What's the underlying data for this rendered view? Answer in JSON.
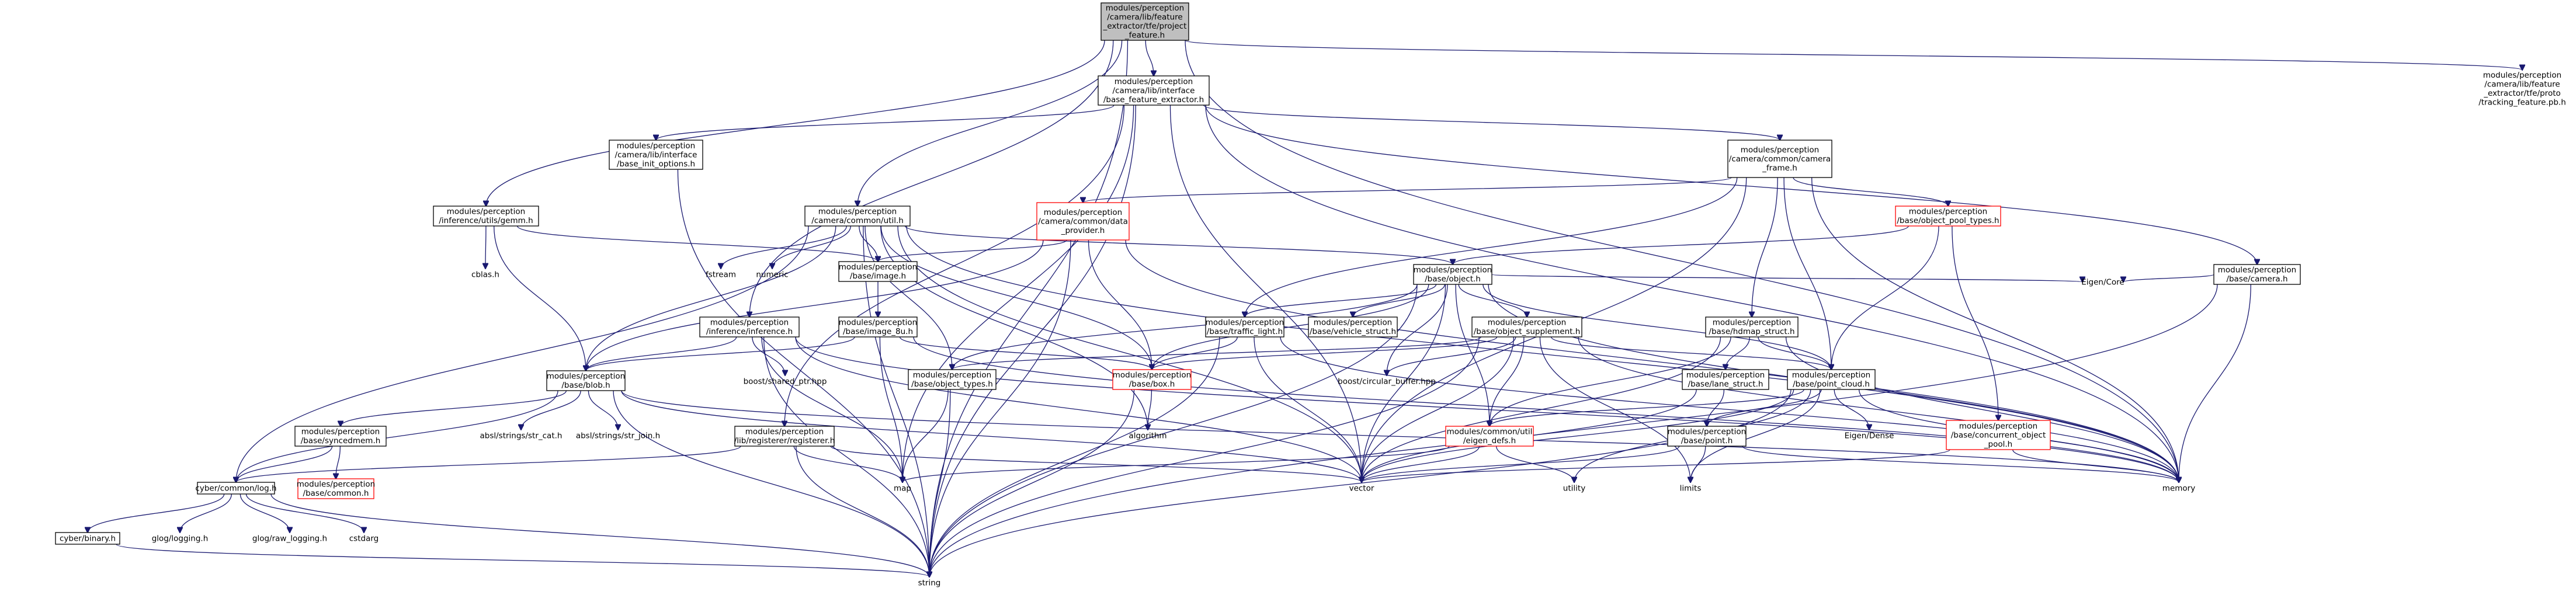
{
  "nodes": [
    {
      "id": "root",
      "lines": [
        "modules/perception",
        "/camera/lib/feature",
        "_extractor/tfe/project",
        "_feature.h"
      ],
      "style": "focus"
    },
    {
      "id": "bfe",
      "lines": [
        "modules/perception",
        "/camera/lib/interface",
        "/base_feature_extractor.h"
      ],
      "style": "box"
    },
    {
      "id": "tracking_pb",
      "lines": [
        "modules/perception",
        "/camera/lib/feature",
        "_extractor/tfe/proto",
        "/tracking_feature.pb.h"
      ],
      "style": "plain"
    },
    {
      "id": "init_opts",
      "lines": [
        "modules/perception",
        "/camera/lib/interface",
        "/base_init_options.h"
      ],
      "style": "box"
    },
    {
      "id": "camera_frame",
      "lines": [
        "modules/perception",
        "/camera/common/camera",
        "_frame.h"
      ],
      "style": "box"
    },
    {
      "id": "gemm",
      "lines": [
        "modules/perception",
        "/inference/utils/gemm.h"
      ],
      "style": "box"
    },
    {
      "id": "cam_util",
      "lines": [
        "modules/perception",
        "/camera/common/util.h"
      ],
      "style": "box"
    },
    {
      "id": "data_provider",
      "lines": [
        "modules/perception",
        "/camera/common/data",
        "_provider.h"
      ],
      "style": "red"
    },
    {
      "id": "obj_pool_types",
      "lines": [
        "modules/perception",
        "/base/object_pool_types.h"
      ],
      "style": "red"
    },
    {
      "id": "base_camera",
      "lines": [
        "modules/perception",
        "/base/camera.h"
      ],
      "style": "box"
    },
    {
      "id": "cblas",
      "lines": [
        "cblas.h"
      ],
      "style": "plain"
    },
    {
      "id": "fstream",
      "lines": [
        "fstream"
      ],
      "style": "plain"
    },
    {
      "id": "numeric",
      "lines": [
        "numeric"
      ],
      "style": "plain"
    },
    {
      "id": "image_h",
      "lines": [
        "modules/perception",
        "/base/image.h"
      ],
      "style": "box"
    },
    {
      "id": "object_h",
      "lines": [
        "modules/perception",
        "/base/object.h"
      ],
      "style": "box"
    },
    {
      "id": "eigen_core",
      "lines": [
        "Eigen/Core"
      ],
      "style": "plain"
    },
    {
      "id": "inference",
      "lines": [
        "modules/perception",
        "/inference/inference.h"
      ],
      "style": "box"
    },
    {
      "id": "image_8u",
      "lines": [
        "modules/perception",
        "/base/image_8u.h"
      ],
      "style": "box"
    },
    {
      "id": "traffic_light",
      "lines": [
        "modules/perception",
        "/base/traffic_light.h"
      ],
      "style": "box"
    },
    {
      "id": "vehicle_struct",
      "lines": [
        "modules/perception",
        "/base/vehicle_struct.h"
      ],
      "style": "box"
    },
    {
      "id": "obj_supplement",
      "lines": [
        "modules/perception",
        "/base/object_supplement.h"
      ],
      "style": "box"
    },
    {
      "id": "hdmap_struct",
      "lines": [
        "modules/perception",
        "/base/hdmap_struct.h"
      ],
      "style": "box"
    },
    {
      "id": "blob",
      "lines": [
        "modules/perception",
        "/base/blob.h"
      ],
      "style": "box"
    },
    {
      "id": "shared_ptr",
      "lines": [
        "boost/shared_ptr.hpp"
      ],
      "style": "plain"
    },
    {
      "id": "object_types",
      "lines": [
        "modules/perception",
        "/base/object_types.h"
      ],
      "style": "box"
    },
    {
      "id": "box_h",
      "lines": [
        "modules/perception",
        "/base/box.h"
      ],
      "style": "red"
    },
    {
      "id": "circular_buffer",
      "lines": [
        "boost/circular_buffer.hpp"
      ],
      "style": "plain"
    },
    {
      "id": "lane_struct",
      "lines": [
        "modules/perception",
        "/base/lane_struct.h"
      ],
      "style": "box"
    },
    {
      "id": "point_cloud",
      "lines": [
        "modules/perception",
        "/base/point_cloud.h"
      ],
      "style": "box"
    },
    {
      "id": "str_cat",
      "lines": [
        "absl/strings/str_cat.h"
      ],
      "style": "plain"
    },
    {
      "id": "str_join",
      "lines": [
        "absl/strings/str_join.h"
      ],
      "style": "plain"
    },
    {
      "id": "syncedmem",
      "lines": [
        "modules/perception",
        "/base/syncedmem.h"
      ],
      "style": "box"
    },
    {
      "id": "registerer",
      "lines": [
        "modules/perception",
        "/lib/registerer/registerer.h"
      ],
      "style": "box"
    },
    {
      "id": "algorithm",
      "lines": [
        "algorithm"
      ],
      "style": "plain"
    },
    {
      "id": "eigen_defs",
      "lines": [
        "modules/common/util",
        "/eigen_defs.h"
      ],
      "style": "red"
    },
    {
      "id": "point_h",
      "lines": [
        "modules/perception",
        "/base/point.h"
      ],
      "style": "box"
    },
    {
      "id": "eigen_dense",
      "lines": [
        "Eigen/Dense"
      ],
      "style": "plain"
    },
    {
      "id": "concurrent_pool",
      "lines": [
        "modules/perception",
        "/base/concurrent_object",
        "_pool.h"
      ],
      "style": "red"
    },
    {
      "id": "common_h",
      "lines": [
        "modules/perception",
        "/base/common.h"
      ],
      "style": "red"
    },
    {
      "id": "log_h",
      "lines": [
        "cyber/common/log.h"
      ],
      "style": "box"
    },
    {
      "id": "map",
      "lines": [
        "map"
      ],
      "style": "plain"
    },
    {
      "id": "vector",
      "lines": [
        "vector"
      ],
      "style": "plain"
    },
    {
      "id": "utility",
      "lines": [
        "utility"
      ],
      "style": "plain"
    },
    {
      "id": "limits",
      "lines": [
        "limits"
      ],
      "style": "plain"
    },
    {
      "id": "memory",
      "lines": [
        "memory"
      ],
      "style": "plain"
    },
    {
      "id": "binary_h",
      "lines": [
        "cyber/binary.h"
      ],
      "style": "box"
    },
    {
      "id": "glog",
      "lines": [
        "glog/logging.h"
      ],
      "style": "plain"
    },
    {
      "id": "glog_raw",
      "lines": [
        "glog/raw_logging.h"
      ],
      "style": "plain"
    },
    {
      "id": "cstdarg",
      "lines": [
        "cstdarg"
      ],
      "style": "plain"
    },
    {
      "id": "string",
      "lines": [
        "string"
      ],
      "style": "plain"
    }
  ],
  "edges": [
    [
      "root",
      "bfe"
    ],
    [
      "root",
      "tracking_pb"
    ],
    [
      "root",
      "cam_util"
    ],
    [
      "root",
      "gemm"
    ],
    [
      "root",
      "inference"
    ],
    [
      "root",
      "memory"
    ],
    [
      "root",
      "string"
    ],
    [
      "bfe",
      "init_opts"
    ],
    [
      "bfe",
      "camera_frame"
    ],
    [
      "bfe",
      "base_camera"
    ],
    [
      "bfe",
      "registerer"
    ],
    [
      "bfe",
      "vector"
    ],
    [
      "bfe",
      "string"
    ],
    [
      "bfe",
      "memory"
    ],
    [
      "bfe",
      "map"
    ],
    [
      "init_opts",
      "string"
    ],
    [
      "camera_frame",
      "data_provider"
    ],
    [
      "camera_frame",
      "obj_pool_types"
    ],
    [
      "camera_frame",
      "traffic_light"
    ],
    [
      "camera_frame",
      "hdmap_struct"
    ],
    [
      "camera_frame",
      "point_cloud"
    ],
    [
      "camera_frame",
      "vector"
    ],
    [
      "camera_frame",
      "memory"
    ],
    [
      "gemm",
      "cblas"
    ],
    [
      "gemm",
      "image_h"
    ],
    [
      "gemm",
      "blob"
    ],
    [
      "cam_util",
      "fstream"
    ],
    [
      "cam_util",
      "numeric"
    ],
    [
      "cam_util",
      "image_h"
    ],
    [
      "cam_util",
      "object_h"
    ],
    [
      "cam_util",
      "blob"
    ],
    [
      "cam_util",
      "object_types"
    ],
    [
      "cam_util",
      "log_h"
    ],
    [
      "cam_util",
      "algorithm"
    ],
    [
      "cam_util",
      "vector"
    ],
    [
      "cam_util",
      "string"
    ],
    [
      "cam_util",
      "memory"
    ],
    [
      "cam_util",
      "box_h"
    ],
    [
      "data_provider",
      "image_h"
    ],
    [
      "data_provider",
      "blob"
    ],
    [
      "data_provider",
      "box_h"
    ],
    [
      "data_provider",
      "string"
    ],
    [
      "data_provider",
      "memory"
    ],
    [
      "obj_pool_types",
      "object_h"
    ],
    [
      "obj_pool_types",
      "point_cloud"
    ],
    [
      "obj_pool_types",
      "concurrent_pool"
    ],
    [
      "base_camera",
      "eigen_core"
    ],
    [
      "base_camera",
      "memory"
    ],
    [
      "base_camera",
      "string"
    ],
    [
      "image_h",
      "image_8u"
    ],
    [
      "image_8u",
      "blob"
    ],
    [
      "image_8u",
      "box_h"
    ],
    [
      "image_8u",
      "map"
    ],
    [
      "image_8u",
      "memory"
    ],
    [
      "object_h",
      "object_types"
    ],
    [
      "object_h",
      "traffic_light"
    ],
    [
      "object_h",
      "vehicle_struct"
    ],
    [
      "object_h",
      "obj_supplement"
    ],
    [
      "object_h",
      "point_cloud"
    ],
    [
      "object_h",
      "box_h"
    ],
    [
      "object_h",
      "eigen_core"
    ],
    [
      "object_h",
      "circular_buffer"
    ],
    [
      "object_h",
      "eigen_defs"
    ],
    [
      "object_h",
      "vector"
    ],
    [
      "object_h",
      "memory"
    ],
    [
      "object_h",
      "string"
    ],
    [
      "inference",
      "blob"
    ],
    [
      "inference",
      "shared_ptr"
    ],
    [
      "inference",
      "map"
    ],
    [
      "inference",
      "string"
    ],
    [
      "inference",
      "vector"
    ],
    [
      "inference",
      "memory"
    ],
    [
      "traffic_light",
      "box_h"
    ],
    [
      "traffic_light",
      "vector"
    ],
    [
      "traffic_light",
      "string"
    ],
    [
      "traffic_light",
      "memory"
    ],
    [
      "obj_supplement",
      "box_h"
    ],
    [
      "obj_supplement",
      "point_cloud"
    ],
    [
      "obj_supplement",
      "circular_buffer"
    ],
    [
      "obj_supplement",
      "eigen_defs"
    ],
    [
      "obj_supplement",
      "vector"
    ],
    [
      "obj_supplement",
      "string"
    ],
    [
      "obj_supplement",
      "memory"
    ],
    [
      "obj_supplement",
      "limits"
    ],
    [
      "obj_supplement",
      "object_types"
    ],
    [
      "hdmap_struct",
      "point_cloud"
    ],
    [
      "hdmap_struct",
      "lane_struct"
    ],
    [
      "hdmap_struct",
      "eigen_defs"
    ],
    [
      "hdmap_struct",
      "vector"
    ],
    [
      "hdmap_struct",
      "memory"
    ],
    [
      "lane_struct",
      "point_h"
    ],
    [
      "lane_struct",
      "vector"
    ],
    [
      "point_cloud",
      "point_h"
    ],
    [
      "point_cloud",
      "eigen_dense"
    ],
    [
      "point_cloud",
      "eigen_defs"
    ],
    [
      "point_cloud",
      "vector"
    ],
    [
      "point_cloud",
      "memory"
    ],
    [
      "point_cloud",
      "utility"
    ],
    [
      "point_cloud",
      "limits"
    ],
    [
      "point_cloud",
      "string"
    ],
    [
      "blob",
      "str_cat"
    ],
    [
      "blob",
      "str_join"
    ],
    [
      "blob",
      "syncedmem"
    ],
    [
      "blob",
      "log_h"
    ],
    [
      "blob",
      "vector"
    ],
    [
      "blob",
      "string"
    ],
    [
      "blob",
      "memory"
    ],
    [
      "syncedmem",
      "common_h"
    ],
    [
      "syncedmem",
      "log_h"
    ],
    [
      "registerer",
      "log_h"
    ],
    [
      "registerer",
      "map"
    ],
    [
      "registerer",
      "string"
    ],
    [
      "registerer",
      "vector"
    ],
    [
      "object_types",
      "map"
    ],
    [
      "object_types",
      "string"
    ],
    [
      "box_h",
      "algorithm"
    ],
    [
      "box_h",
      "string"
    ],
    [
      "eigen_defs",
      "map"
    ],
    [
      "eigen_defs",
      "vector"
    ],
    [
      "eigen_defs",
      "utility"
    ],
    [
      "point_h",
      "limits"
    ],
    [
      "point_h",
      "memory"
    ],
    [
      "point_h",
      "vector"
    ],
    [
      "concurrent_pool",
      "memory"
    ],
    [
      "concurrent_pool",
      "vector"
    ],
    [
      "log_h",
      "binary_h"
    ],
    [
      "log_h",
      "glog"
    ],
    [
      "log_h",
      "glog_raw"
    ],
    [
      "log_h",
      "cstdarg"
    ],
    [
      "log_h",
      "string"
    ],
    [
      "binary_h",
      "string"
    ]
  ]
}
